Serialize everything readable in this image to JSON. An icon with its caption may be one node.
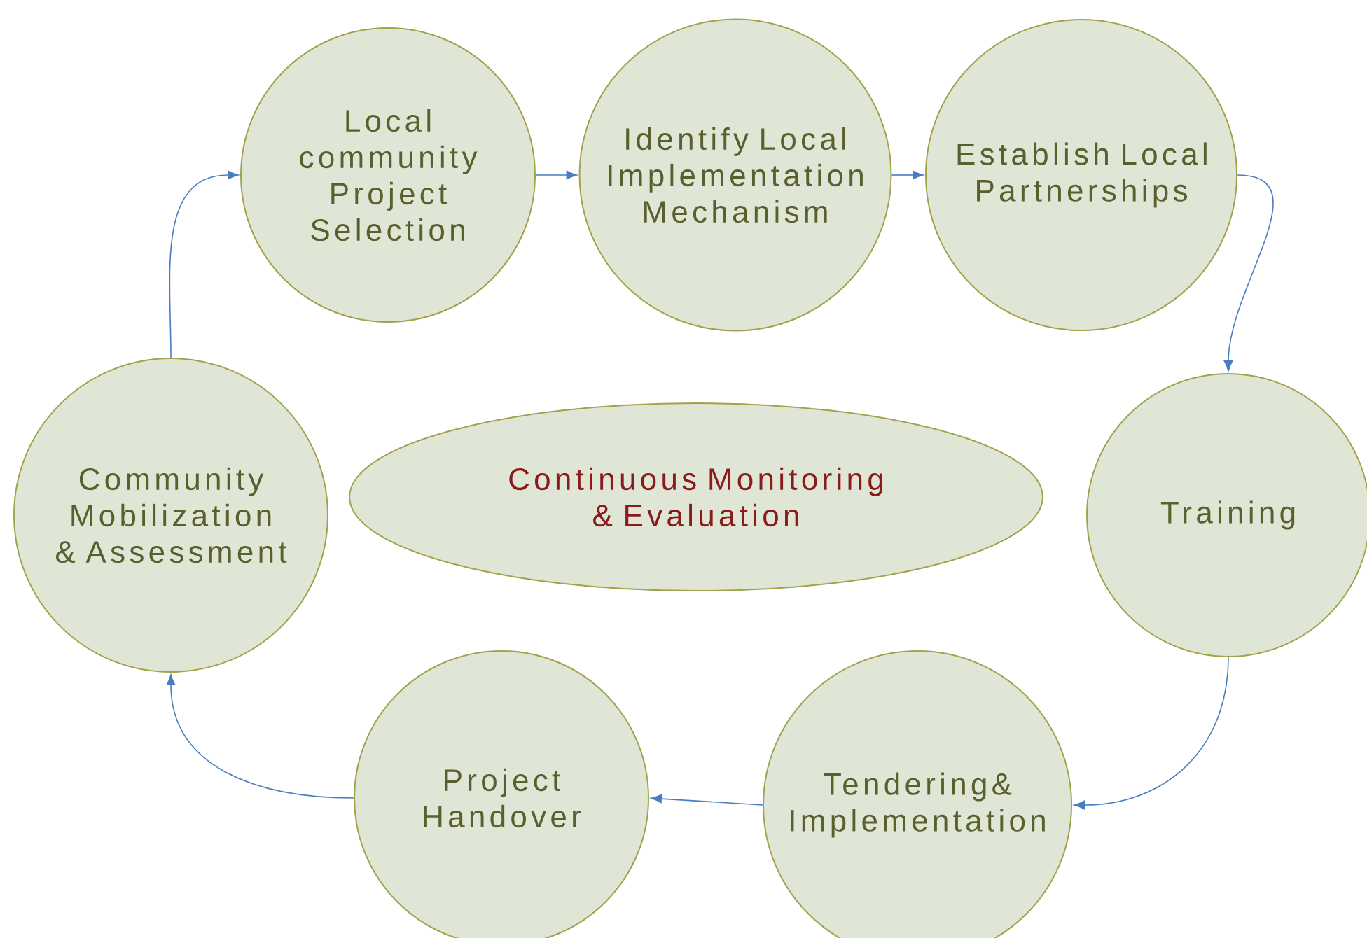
{
  "diagram": {
    "nodes": [
      {
        "text": [
          "Local community Project Selection"
        ]
      },
      {
        "text": [
          "Identify Local Implementation Mechanism"
        ]
      },
      {
        "text": [
          "Establish Local Partnerships"
        ]
      },
      {
        "text": [
          "Community Mobilization & Assessment"
        ]
      },
      {
        "text": [
          "Continuous Monitoring & Evaluation"
        ]
      },
      {
        "text": [
          "Training"
        ]
      },
      {
        "text": [
          "Project Handover"
        ]
      },
      {
        "text": [
          "Tendering& Implementation"
        ]
      }
    ],
    "edges": [
      {
        "from": 0,
        "to": 1,
        "arrow": "to"
      },
      {
        "from": 1,
        "to": 2,
        "arrow": "to"
      },
      {
        "from": 2,
        "to": 5,
        "arrow": "to"
      },
      {
        "from": 5,
        "to": 7,
        "arrow": "to"
      },
      {
        "from": 7,
        "to": 6,
        "arrow": "to"
      },
      {
        "from": 6,
        "to": 3,
        "arrow": "to"
      },
      {
        "from": 3,
        "to": 0,
        "arrow": "to"
      }
    ]
  }
}
